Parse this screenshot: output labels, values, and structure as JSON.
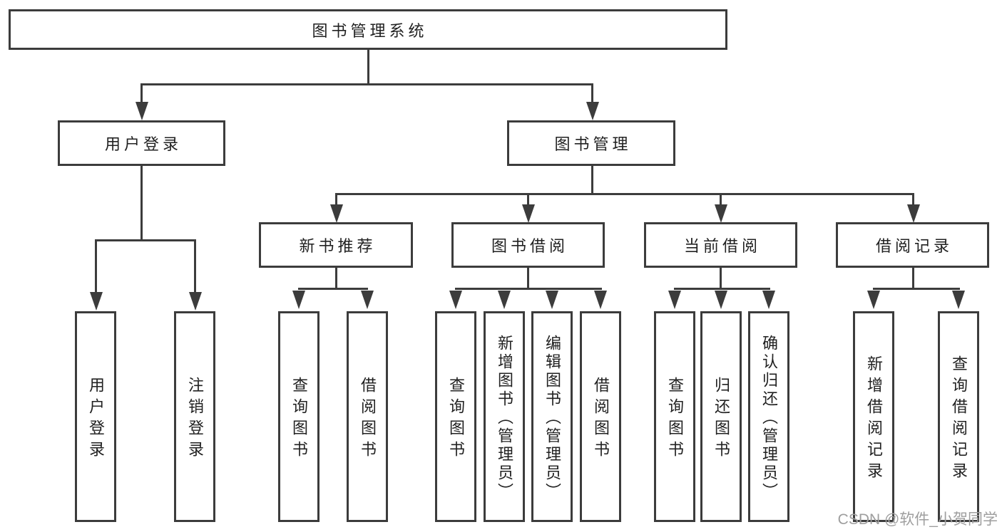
{
  "colors": {
    "line": "#3c3c3c",
    "text": "#212121",
    "watermark": "#9e9e9e",
    "bg": "#ffffff"
  },
  "watermark": {
    "text": "CSDN @软件_小贺同学"
  },
  "tree": {
    "label": "图书管理系统",
    "children": [
      {
        "label": "用户登录",
        "children": [
          {
            "label": "用户登录"
          },
          {
            "label": "注销登录"
          }
        ]
      },
      {
        "label": "图书管理",
        "children": [
          {
            "label": "新书推荐",
            "children": [
              {
                "label": "查询图书"
              },
              {
                "label": "借阅图书"
              }
            ]
          },
          {
            "label": "图书借阅",
            "children": [
              {
                "label": "查询图书"
              },
              {
                "label": "新增图书（管理员）"
              },
              {
                "label": "编辑图书（管理员）"
              },
              {
                "label": "借阅图书"
              }
            ]
          },
          {
            "label": "当前借阅",
            "children": [
              {
                "label": "查询图书"
              },
              {
                "label": "归还图书"
              },
              {
                "label": "确认归还（管理员）"
              }
            ]
          },
          {
            "label": "借阅记录",
            "children": [
              {
                "label": "新增借阅记录"
              },
              {
                "label": "查询借阅记录"
              }
            ]
          }
        ]
      }
    ]
  }
}
